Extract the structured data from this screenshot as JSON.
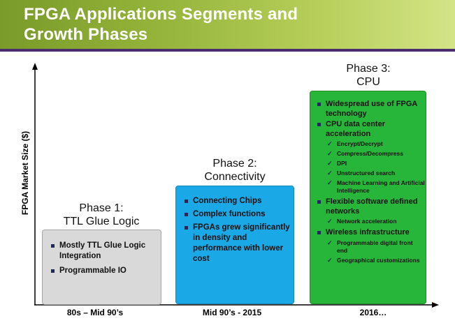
{
  "header": {
    "title": "FPGA Applications Segments and\nGrowth Phases"
  },
  "axes": {
    "ylabel": "FPGA Market Size ($)",
    "periods": [
      "80s – Mid 90’s",
      "Mid 90’s - 2015",
      "2016…"
    ]
  },
  "colors": {
    "banner": "#8fb03a",
    "banner_line": "#4a2e6e",
    "phase1_box": "#d9d9d9",
    "phase2_box": "#1aa8e6",
    "phase3_box": "#28b63a"
  },
  "phases": [
    {
      "title": "Phase 1:\nTTL Glue Logic",
      "bullets": [
        "Mostly TTL Glue Logic Integration",
        "Programmable IO"
      ]
    },
    {
      "title": "Phase 2:\nConnectivity",
      "bullets": [
        "Connecting Chips",
        "Complex functions",
        "FPGAs grew significantly in density and performance with lower cost"
      ]
    },
    {
      "title": "Phase 3:\nCPU Coprocessor",
      "bullets": [
        {
          "text": "Widespread use of FPGA technology",
          "sub": []
        },
        {
          "text": "CPU data center acceleration",
          "sub": [
            "Encrypt/Decrypt",
            "Compress/Decompress",
            "DPI",
            "Unstructured search",
            "Machine Learning and Artificial Intelligence"
          ]
        },
        {
          "text": "Flexible software defined networks",
          "sub": [
            "Network acceleration"
          ]
        },
        {
          "text": "Wireless infrastructure",
          "sub": [
            "Programmable digital front end",
            "Geographical customizations"
          ]
        }
      ]
    }
  ]
}
